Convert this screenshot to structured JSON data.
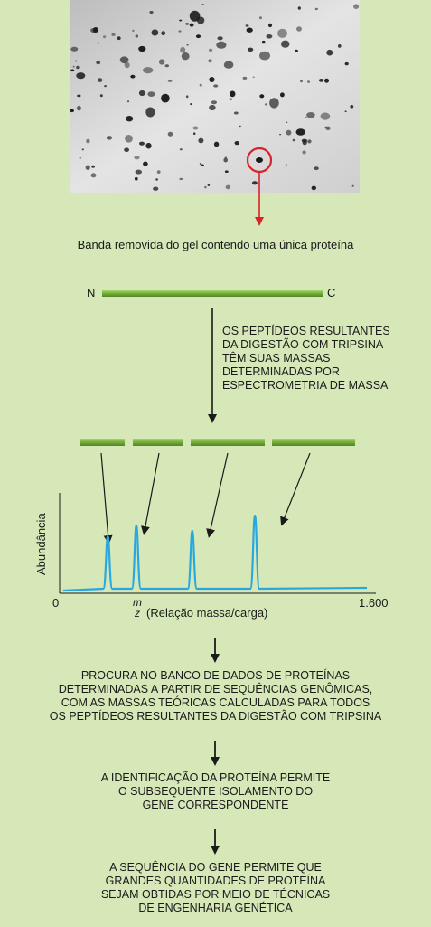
{
  "gel_caption": "Banda removida do gel contendo uma única proteína",
  "protein": {
    "n_label": "N",
    "c_label": "C"
  },
  "digestion_note": [
    "OS PEPTÍDEOS RESULTANTES",
    "DA DIGESTÃO COM TRIPSINA",
    "TÊM SUAS MASSAS",
    "DETERMINADAS POR",
    "ESPECTROMETRIA DE MASSA"
  ],
  "spectrum": {
    "ylabel": "Abundância",
    "x_min_label": "0",
    "x_max_label": "1.600",
    "mz_numerator": "m",
    "mz_denominator": "z",
    "xlabel": "(Relação massa/carga)"
  },
  "chart_data": {
    "type": "line",
    "ylabel": "Abundância",
    "xlabel": "m/z (Relação massa/carga)",
    "xlim": [
      0,
      1600
    ],
    "peaks": [
      {
        "x": 235,
        "y": 0.58
      },
      {
        "x": 385,
        "y": 0.7
      },
      {
        "x": 680,
        "y": 0.64
      },
      {
        "x": 1010,
        "y": 0.81
      }
    ],
    "line_color": "#29a8e0"
  },
  "steps": [
    {
      "lines": [
        "PROCURA NO BANCO DE DADOS DE PROTEÍNAS",
        "DETERMINADAS A PARTIR DE SEQUÊNCIAS GENÔMICAS,",
        "COM AS MASSAS TEÓRICAS CALCULADAS PARA TODOS",
        "OS PEPTÍDEOS RESULTANTES DA DIGESTÃO COM TRIPSINA"
      ]
    },
    {
      "lines": [
        "A IDENTIFICAÇÃO DA PROTEÍNA PERMITE",
        "O SUBSEQUENTE ISOLAMENTO DO",
        "GENE CORRESPONDENTE"
      ]
    },
    {
      "lines": [
        "A SEQUÊNCIA DO GENE PERMITE QUE",
        "GRANDES QUANTIDADES DE PROTEÍNA",
        "SEJAM OBTIDAS POR MEIO DE TÉCNICAS",
        "DE ENGENHARIA GENÉTICA"
      ]
    }
  ],
  "colors": {
    "background": "#d6e8b8",
    "highlight_circle": "#d9232a",
    "peptide_bar": "#6fa336",
    "spectrum_line": "#29a8e0"
  }
}
